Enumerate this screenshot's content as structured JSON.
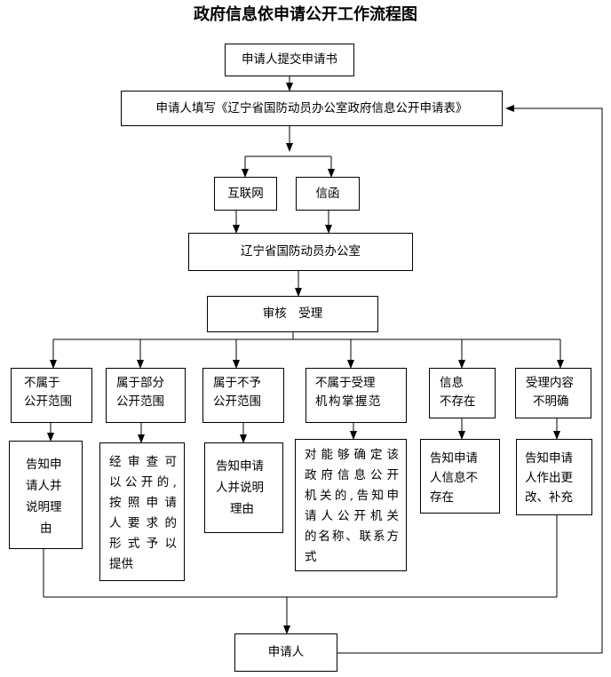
{
  "title": "政府信息依申请公开工作流程图",
  "nodes": {
    "submit": "申请人提交申请书",
    "fill_form": "申请人填写《辽宁省国防动员办公室政府信息公开申请表》",
    "internet": "互联网",
    "letter": "信函",
    "office": "辽宁省国防动员办公室",
    "review": "审核　受理",
    "cat_out_of_scope": [
      "不属于",
      "公开范围"
    ],
    "cat_partial": [
      "属于部分",
      "公开范围"
    ],
    "cat_not_public": [
      "属于不予",
      "公开范围"
    ],
    "cat_not_agency": [
      "不属于受理",
      "机构掌握范"
    ],
    "cat_not_exist": [
      "信息",
      "不存在"
    ],
    "cat_unclear": [
      "受理内容",
      "不明确"
    ],
    "res_out_of_scope": [
      "告知申",
      "请人并",
      "说明理",
      "由"
    ],
    "res_partial": [
      "经审查可",
      "以公开的,",
      "按照申请",
      "人要求的",
      "形式予以",
      "提供"
    ],
    "res_not_public": [
      "告知申请",
      "人并说明",
      "理由"
    ],
    "res_not_agency": [
      "对能够确定该",
      "政府信息公开",
      "机关的,告知申",
      "请人公开机关",
      "的名称、联系方",
      "式"
    ],
    "res_not_exist": [
      "告知申请",
      "人信息不",
      "存在"
    ],
    "res_unclear": [
      "告知申请",
      "人作出更",
      "改、补充"
    ],
    "applicant": "申请人"
  }
}
